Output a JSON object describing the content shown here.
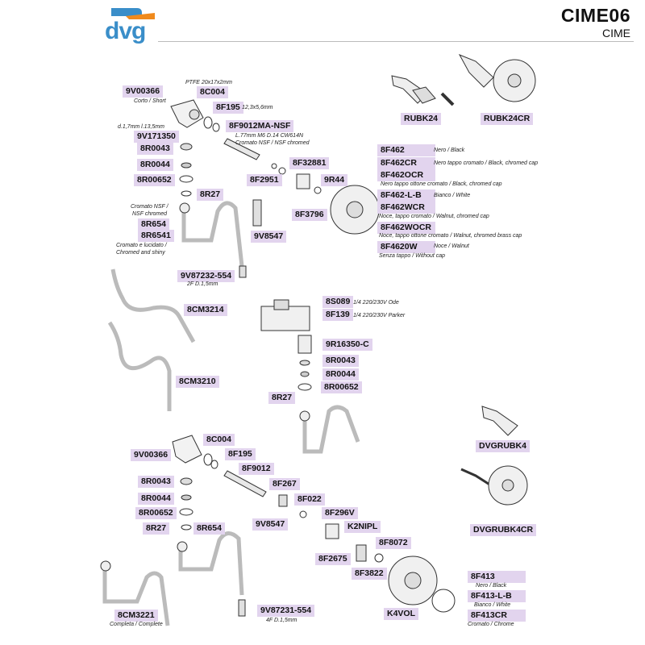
{
  "header": {
    "logo_text": "dvg",
    "code": "CIME06",
    "name": "CIME"
  },
  "colors": {
    "label_bg": "#e2d4ee",
    "logo_blue": "#3a8ec9",
    "logo_orange": "#f08a1c"
  },
  "labels": {
    "l9V00366a": "9V00366",
    "l8C004a": "8C004",
    "l8F195a": "8F195",
    "l8F9012MA": "8F9012MA-NSF",
    "l9V171350": "9V171350",
    "l8R0043a": "8R0043",
    "l8R0044a": "8R0044",
    "l8R00652a": "8R00652",
    "l8R27a": "8R27",
    "l8R654a": "8R654",
    "l8R6541": "8R6541",
    "l8F32881": "8F32881",
    "l8F2951": "8F2951",
    "l9R44": "9R44",
    "l8F3796": "8F3796",
    "l9V8547a": "9V8547",
    "l9V87232": "9V87232-554",
    "lRUBK24": "RUBK24",
    "lRUBK24CR": "RUBK24CR",
    "l8F462": "8F462",
    "l8F462CR": "8F462CR",
    "l8F462OCR": "8F462OCR",
    "l8F462LB": "8F462-L-B",
    "l8F462WCR": "8F462WCR",
    "l8F462WOCR": "8F462WOCR",
    "l8F4620W": "8F4620W",
    "l8CM3214": "8CM3214",
    "l8CM3210": "8CM3210",
    "l8S089": "8S089",
    "l8F139": "8F139",
    "l9R16350": "9R16350-C",
    "l8R0043b": "8R0043",
    "l8R0044b": "8R0044",
    "l8R00652b": "8R00652",
    "l8R27b": "8R27",
    "lDVGRUBK4": "DVGRUBK4",
    "lDVGRUBK4CR": "DVGRUBK4CR",
    "l8C004b": "8C004",
    "l9V00366b": "9V00366",
    "l8F195b": "8F195",
    "l8F9012": "8F9012",
    "l8R0043c": "8R0043",
    "l8F267": "8F267",
    "l8R0044c": "8R0044",
    "l8F022": "8F022",
    "l8R00652c": "8R00652",
    "l8F296V": "8F296V",
    "l9V8547b": "9V8547",
    "lK2NIPL": "K2NIPL",
    "l8R27c": "8R27",
    "l8R654b": "8R654",
    "l8F8072": "8F8072",
    "l8F2675": "8F2675",
    "l8F3822": "8F3822",
    "l8F413": "8F413",
    "l8F413LB": "8F413-L-B",
    "l8F413CR": "8F413CR",
    "lK4VOL": "K4VOL",
    "l8CM3221": "8CM3221",
    "l9V87231": "9V87231-554"
  },
  "notes": {
    "n_ptfe": "PTFE 20x17x2mm",
    "n_corto": "Corto / Short",
    "n_123": "12,3x5,6mm",
    "n_l77": "L.77mm M6 D.14 CW614N",
    "n_cromnsf": "Cromato NSF / NSF chromed",
    "n_d17": "d.1,7mm l.13,5mm",
    "n_cromnsf2a": "Cromato NSF /",
    "n_cromnsf2b": "NSF chromed",
    "n_cromluc": "Cromato e lucidato /",
    "n_chromshiny": "Chromed and shiny",
    "n_2f": "2F D.1,5mm",
    "n_nero": "Nero / Black",
    "n_nerotap": "Nero tappo cromato / Black, chromed cap",
    "n_nerotapott": "Nero tappo ottone cromato / Black, chromed cap",
    "n_bianco": "Bianco / White",
    "n_noce": "Noce, tappo cromato / Walnut, chromed cap",
    "n_noceott": "Noce, tappo ottone cromato / Walnut, chromed  brass cap",
    "n_nocew": "Noce / Walnut",
    "n_senza": "Senza tappo / Without cap",
    "n_ode": "1/4 220/230V Ode",
    "n_parker": "1/4 220/230V Parker",
    "n_nero2": "Nero / Black",
    "n_bianco2": "Bianco / White",
    "n_crom2": "Cromato / Chrome",
    "n_completa": "Completa / Complete",
    "n_4f": "4F D.1,5mm"
  }
}
